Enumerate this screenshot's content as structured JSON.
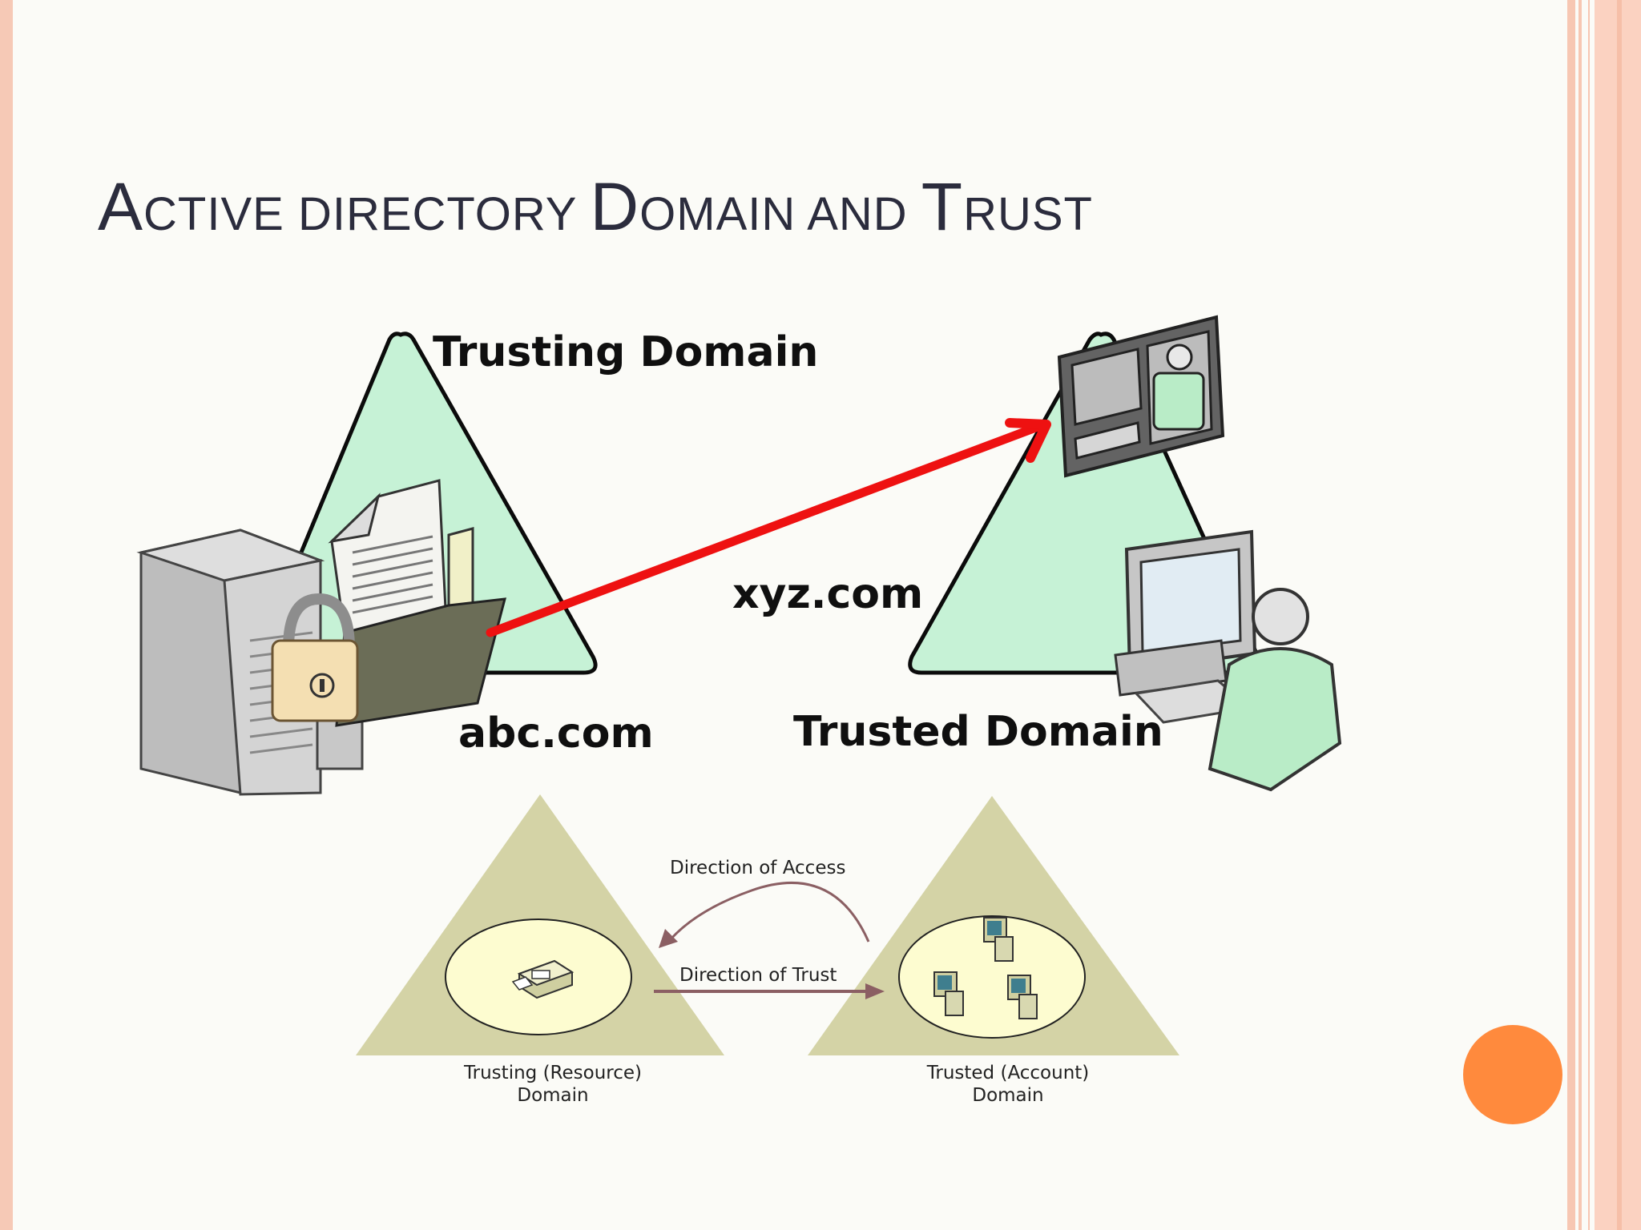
{
  "title": {
    "part1_cap": "A",
    "part1_rest": "CTIVE DIRECTORY ",
    "part2_cap": "D",
    "part2_rest": "OMAIN AND ",
    "part3_cap": "T",
    "part3_rest": "RUST"
  },
  "top_diagram": {
    "trusting_domain_label": "Trusting Domain",
    "trusted_domain_label": "Trusted Domain",
    "left_domain_name": "abc.com",
    "right_domain_name": "xyz.com",
    "arrow_color": "#ee1111",
    "triangle_color": "#c6f2d6"
  },
  "bottom_diagram": {
    "direction_of_access": "Direction of Access",
    "direction_of_trust": "Direction of Trust",
    "left_caption_line1": "Trusting (Resource)",
    "left_caption_line2": "Domain",
    "right_caption_line1": "Trusted (Account)",
    "right_caption_line2": "Domain",
    "triangle_color": "#d4d3a6",
    "arrow_color": "#8b5f63"
  },
  "colors": {
    "accent_orange": "#ff8a3d",
    "border": "#f6c9b6"
  }
}
